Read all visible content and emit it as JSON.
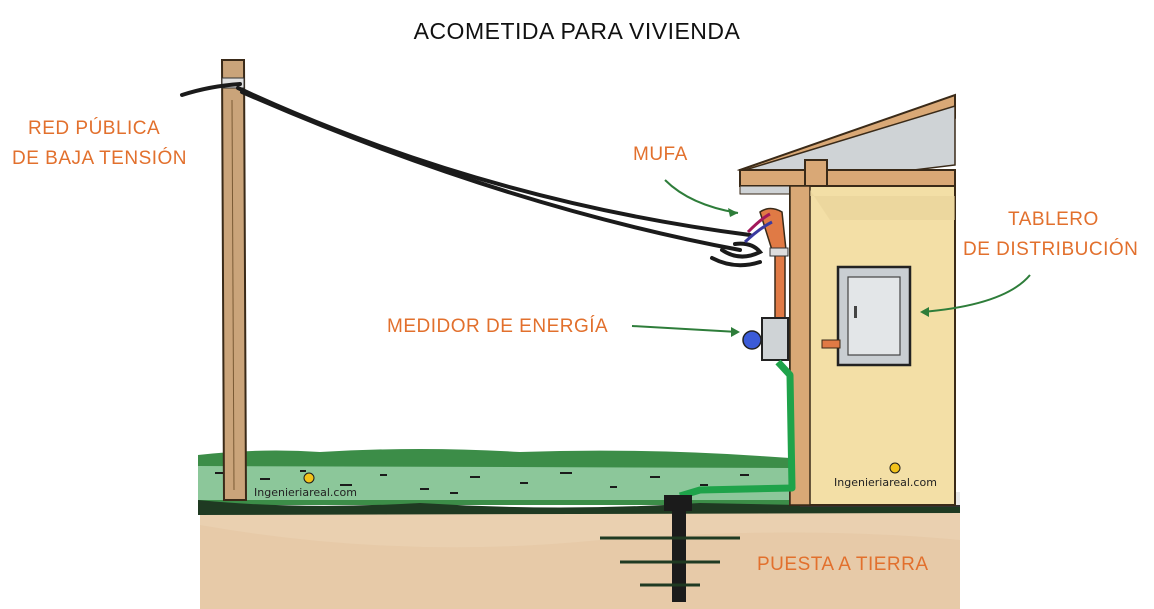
{
  "title": "ACOMETIDA PARA VIVIENDA",
  "labels": {
    "red_line1": "RED PÚBLICA",
    "red_line2": "DE BAJA TENSIÓN",
    "mufa": "MUFA",
    "medidor": "MEDIDOR DE ENERGÍA",
    "tablero_line1": "TABLERO",
    "tablero_line2": "DE DISTRIBUCIÓN",
    "puesta_tierra": "PUESTA A TIERRA"
  },
  "watermark": "Ingenieriareal.com",
  "colors": {
    "label": "#e2702d",
    "grass": "#3c8d48",
    "wall": "#f3dfa6",
    "pole": "#caa47a",
    "ground": "#ead0b0",
    "ground_wire": "#1fa34a"
  }
}
